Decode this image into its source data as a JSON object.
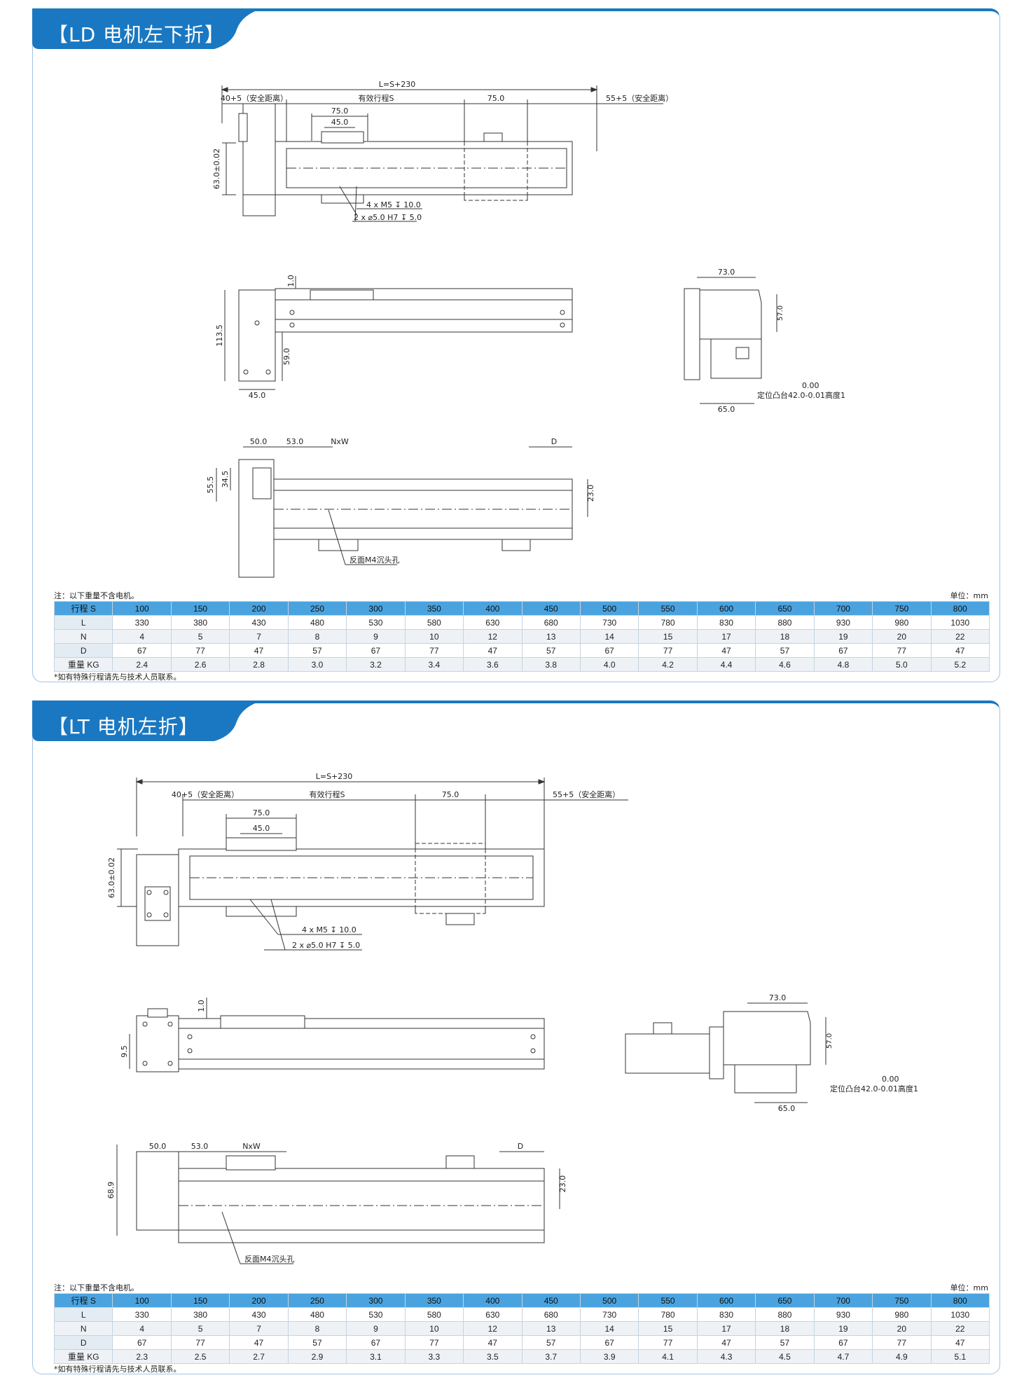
{
  "sections": [
    {
      "title": "【LD 电机左下折】",
      "labels": {
        "total_length": "L=S+230",
        "safe_left": "40+5（安全距离）",
        "stroke": "有效行程S",
        "block_length": "75.0",
        "safe_right": "55+5（安全距离）",
        "slider_len": "75.0",
        "slider_hole_pitch": "45.0",
        "height_tol": "63.0±0.02",
        "tap_holes": "4 x M5 ↧ 10.0",
        "pin_holes": "2 x ⌀5.0 H7 ↧ 5.0",
        "offset_top": "1.0",
        "side_height": "113.5",
        "side_low": "59.0",
        "motor_width": "45.0",
        "end_width": "73.0",
        "end_height": "57.0",
        "end_base": "65.0",
        "datum": "0.00",
        "locating_boss": "定位凸台42.0-0.01高度1",
        "bottom_first": "50.0",
        "bottom_second": "53.0",
        "bottom_pitch": "NxW",
        "bottom_end": "D",
        "bottom_total_h": "55.5",
        "bottom_sub_h": "34.5",
        "bottom_rail_h": "23.0",
        "counterbore": "反面M4沉头孔"
      },
      "note": "注：以下重量不含电机。",
      "unit": "单位：mm",
      "table": {
        "header": [
          "行程 S",
          "100",
          "150",
          "200",
          "250",
          "300",
          "350",
          "400",
          "450",
          "500",
          "550",
          "600",
          "650",
          "700",
          "750",
          "800"
        ],
        "rows": [
          [
            "L",
            "330",
            "380",
            "430",
            "480",
            "530",
            "580",
            "630",
            "680",
            "730",
            "780",
            "830",
            "880",
            "930",
            "980",
            "1030"
          ],
          [
            "N",
            "4",
            "5",
            "7",
            "8",
            "9",
            "10",
            "12",
            "13",
            "14",
            "15",
            "17",
            "18",
            "19",
            "20",
            "22"
          ],
          [
            "D",
            "67",
            "77",
            "47",
            "57",
            "67",
            "77",
            "47",
            "57",
            "67",
            "77",
            "47",
            "57",
            "67",
            "77",
            "47"
          ],
          [
            "重量 KG",
            "2.4",
            "2.6",
            "2.8",
            "3.0",
            "3.2",
            "3.4",
            "3.6",
            "3.8",
            "4.0",
            "4.2",
            "4.4",
            "4.6",
            "4.8",
            "5.0",
            "5.2"
          ]
        ]
      },
      "footnote": "*如有特殊行程请先与技术人员联系。"
    },
    {
      "title": "【LT 电机左折】",
      "labels": {
        "total_length": "L=S+230",
        "safe_left": "40+5（安全距离）",
        "stroke": "有效行程S",
        "block_length": "75.0",
        "safe_right": "55+5（安全距离）",
        "slider_len": "75.0",
        "slider_hole_pitch": "45.0",
        "height_tol": "63.0±0.02",
        "tap_holes": "4 x M5 ↧ 10.0",
        "pin_holes": "2 x ⌀5.0 H7 ↧ 5.0",
        "offset_top": "1.0",
        "side_low": "9.5",
        "end_width": "73.0",
        "end_height": "57.0",
        "end_base": "65.0",
        "datum": "0.00",
        "locating_boss": "定位凸台42.0-0.01高度1",
        "bottom_first": "50.0",
        "bottom_second": "53.0",
        "bottom_pitch": "NxW",
        "bottom_end": "D",
        "bottom_total_h": "68.9",
        "bottom_rail_h": "23.0",
        "counterbore": "反面M4沉头孔"
      },
      "note": "注：以下重量不含电机。",
      "unit": "单位：mm",
      "table": {
        "header": [
          "行程 S",
          "100",
          "150",
          "200",
          "250",
          "300",
          "350",
          "400",
          "450",
          "500",
          "550",
          "600",
          "650",
          "700",
          "750",
          "800"
        ],
        "rows": [
          [
            "L",
            "330",
            "380",
            "430",
            "480",
            "530",
            "580",
            "630",
            "680",
            "730",
            "780",
            "830",
            "880",
            "930",
            "980",
            "1030"
          ],
          [
            "N",
            "4",
            "5",
            "7",
            "8",
            "9",
            "10",
            "12",
            "13",
            "14",
            "15",
            "17",
            "18",
            "19",
            "20",
            "22"
          ],
          [
            "D",
            "67",
            "77",
            "47",
            "57",
            "67",
            "77",
            "47",
            "57",
            "67",
            "77",
            "47",
            "57",
            "67",
            "77",
            "47"
          ],
          [
            "重量 KG",
            "2.3",
            "2.5",
            "2.7",
            "2.9",
            "3.1",
            "3.3",
            "3.5",
            "3.7",
            "3.9",
            "4.1",
            "4.3",
            "4.5",
            "4.7",
            "4.9",
            "5.1"
          ]
        ]
      },
      "footnote": "*如有特殊行程请先与技术人员联系。"
    }
  ],
  "colors": {
    "accent": "#1a78c2",
    "table_header": "#4aa3df",
    "panel_border": "#9fc4e6"
  }
}
